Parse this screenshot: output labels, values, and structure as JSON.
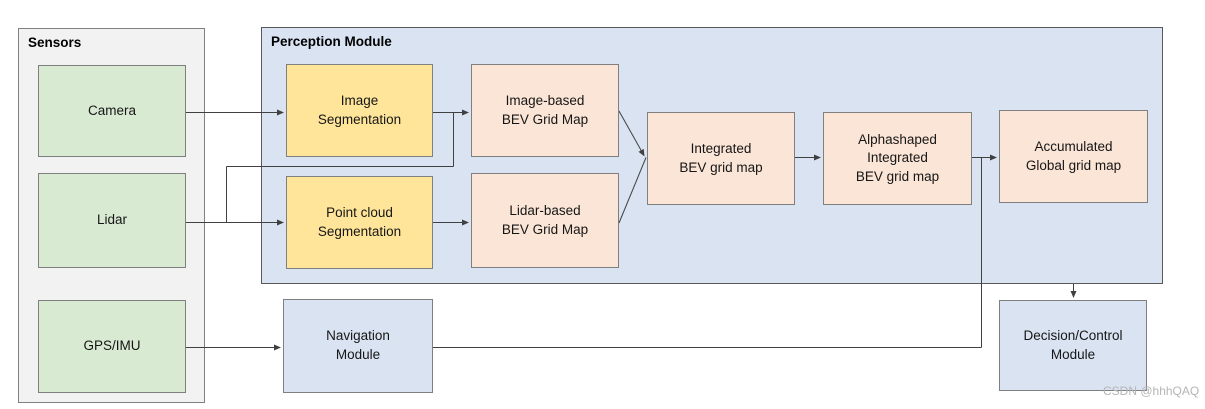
{
  "panels": {
    "sensors": {
      "title": "Sensors"
    },
    "perception": {
      "title": "Perception Module"
    }
  },
  "nodes": {
    "camera": {
      "label": "Camera"
    },
    "lidar": {
      "label": "Lidar"
    },
    "gps_imu": {
      "label": "GPS/IMU"
    },
    "image_segmentation": {
      "label": "Image\nSegmentation"
    },
    "point_cloud_segmentation": {
      "label": "Point cloud\nSegmentation"
    },
    "image_bev": {
      "label": "Image-based\nBEV Grid Map"
    },
    "lidar_bev": {
      "label": "Lidar-based\nBEV Grid Map"
    },
    "integrated_bev": {
      "label": "Integrated\nBEV grid map"
    },
    "alphashaped_bev": {
      "label": "Alphashaped\nIntegrated\nBEV grid map"
    },
    "accumulated_global": {
      "label": "Accumulated\nGlobal grid map"
    },
    "navigation": {
      "label": "Navigation\nModule"
    },
    "decision_control": {
      "label": "Decision/Control\nModule"
    }
  },
  "edges": [
    {
      "from": "camera",
      "to": "image_segmentation"
    },
    {
      "from": "lidar",
      "to": "point_cloud_segmentation"
    },
    {
      "from": "lidar",
      "to": "image_bev"
    },
    {
      "from": "image_segmentation",
      "to": "image_bev"
    },
    {
      "from": "point_cloud_segmentation",
      "to": "lidar_bev"
    },
    {
      "from": "image_bev",
      "to": "integrated_bev"
    },
    {
      "from": "lidar_bev",
      "to": "integrated_bev"
    },
    {
      "from": "integrated_bev",
      "to": "alphashaped_bev"
    },
    {
      "from": "alphashaped_bev",
      "to": "accumulated_global"
    },
    {
      "from": "gps_imu",
      "to": "navigation"
    },
    {
      "from": "navigation",
      "to": "accumulated_global"
    },
    {
      "from": "perception_panel",
      "to": "decision_control"
    }
  ],
  "colors": {
    "sensor_fill": "#d9ead3",
    "process_fill": "#ffe599",
    "map_fill": "#fbe5d6",
    "module_fill": "#dae3f2",
    "panel_sensors_fill": "#f2f2f2",
    "panel_perception_fill": "#dae3f2",
    "line": "#404040"
  },
  "watermark": "CSDN @hhhQAQ"
}
